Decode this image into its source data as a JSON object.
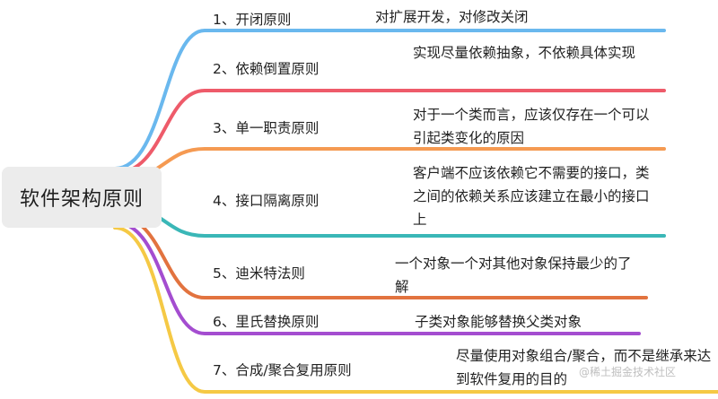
{
  "root": {
    "label": "软件架构原则"
  },
  "branches": [
    {
      "title": "1、开闭原则",
      "desc": "对扩展开发，对修改关闭",
      "color": "#6ab8ee"
    },
    {
      "title": "2、依赖倒置原则",
      "desc": "实现尽量依赖抽象，不依赖具体实现",
      "color": "#ee5b6a"
    },
    {
      "title": "3、单一职责原则",
      "desc": "对于一个类而言，应该仅存在一个可以引起类变化的原因",
      "color": "#f59a52"
    },
    {
      "title": "4、接口隔离原则",
      "desc": "客户端不应该依赖它不需要的接口，类之间的依赖关系应该建立在最小的接口上",
      "color": "#3ab7b7"
    },
    {
      "title": "5、迪米特法则",
      "desc": "一个对象一个对其他对象保持最少的了解",
      "color": "#e2733f"
    },
    {
      "title": "6、里氏替换原则",
      "desc": "子类对象能够替换父类对象",
      "color": "#a44dd0"
    },
    {
      "title": "7、合成/聚合复用原则",
      "desc": "尽量使用对象组合/聚合，而不是继承来达到软件复用的目的",
      "color": "#f5c945"
    }
  ],
  "watermark": "@稀土掘金技术社区"
}
